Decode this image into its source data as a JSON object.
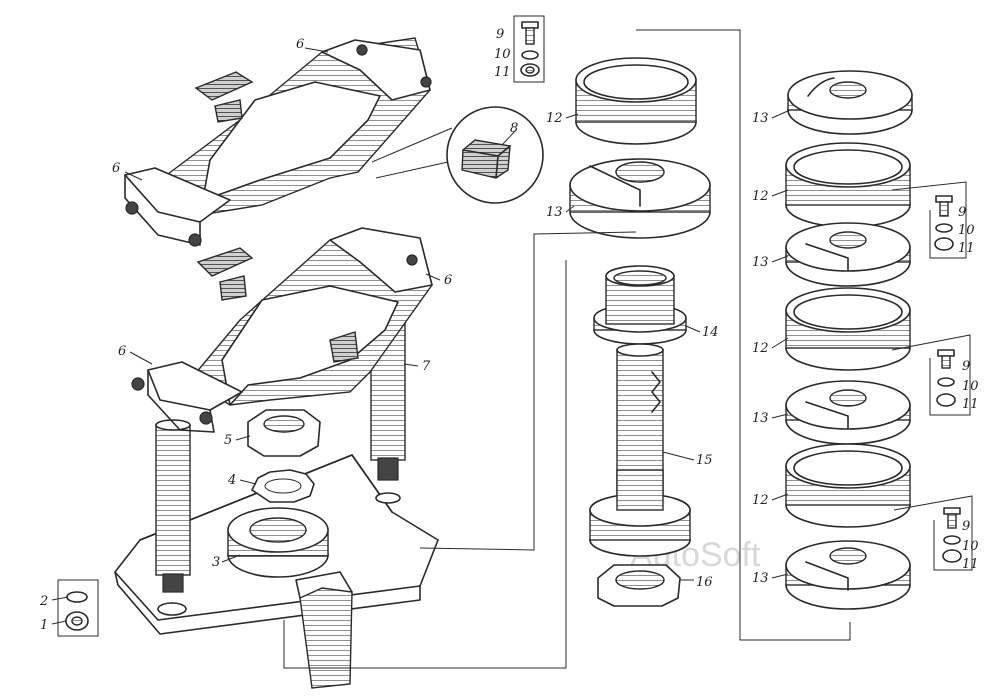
{
  "watermark": "AutoSoft",
  "callouts": {
    "c1": "1",
    "c2": "2",
    "c3": "3",
    "c4": "4",
    "c5": "5",
    "c6a": "6",
    "c6b": "6",
    "c6c": "6",
    "c6d": "6",
    "c7": "7",
    "c8": "8",
    "c9a": "9",
    "c10a": "10",
    "c11a": "11",
    "c12a": "12",
    "c13a": "13",
    "c14": "14",
    "c15": "15",
    "c16": "16",
    "c13b": "13",
    "c12b": "12",
    "c9b": "9",
    "c10b": "10",
    "c11b": "11",
    "c13c": "13",
    "c12c": "12",
    "c9c": "9",
    "c10c": "10",
    "c11c": "11",
    "c13d": "13",
    "c12d": "12",
    "c9d": "9",
    "c10d": "10",
    "c11d": "11",
    "c13e": "13"
  }
}
